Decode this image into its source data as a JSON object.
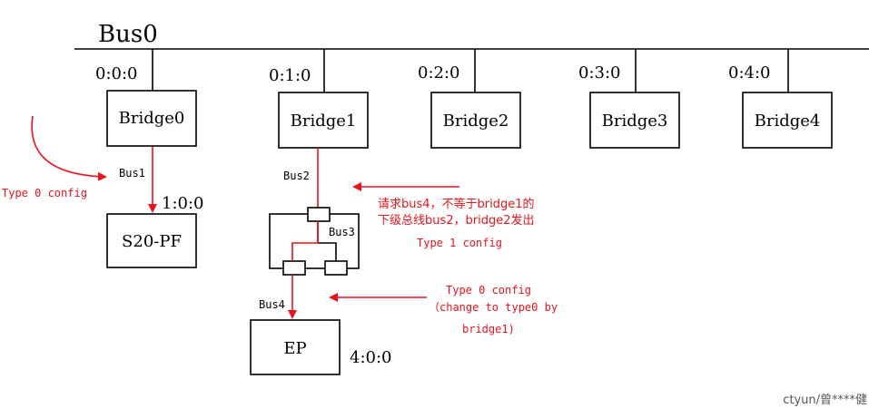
{
  "bus_title": "Bus0",
  "root_devices": [
    {
      "addr": "0:0:0",
      "bridge": "Bridge0"
    },
    {
      "addr": "0:1:0",
      "bridge": "Bridge1"
    },
    {
      "addr": "0:2:0",
      "bridge": "Bridge2"
    },
    {
      "addr": "0:3:0",
      "bridge": "Bridge3"
    },
    {
      "addr": "0:4:0",
      "bridge": "Bridge4"
    }
  ],
  "bus1": "Bus1",
  "s20": {
    "addr": "1:0:0",
    "label": "S20-PF"
  },
  "bus2": "Bus2",
  "bus3": "Bus3",
  "bus4": "Bus4",
  "ep": {
    "label": "EP",
    "addr": "4:0:0"
  },
  "annotations": {
    "type0_left": "Type 0 config",
    "request_line1": "请求bus4，不等于bridge1的",
    "request_line2": "下级总线bus2，bridge2发出",
    "type1": "Type 1 config",
    "type0_right_line1": "Type 0 config",
    "type0_right_line2": "（change to type0 by",
    "type0_right_line3": "bridge1)"
  },
  "watermark": "ctyun/曾****健",
  "colors": {
    "accent_red": "#e8141b"
  }
}
